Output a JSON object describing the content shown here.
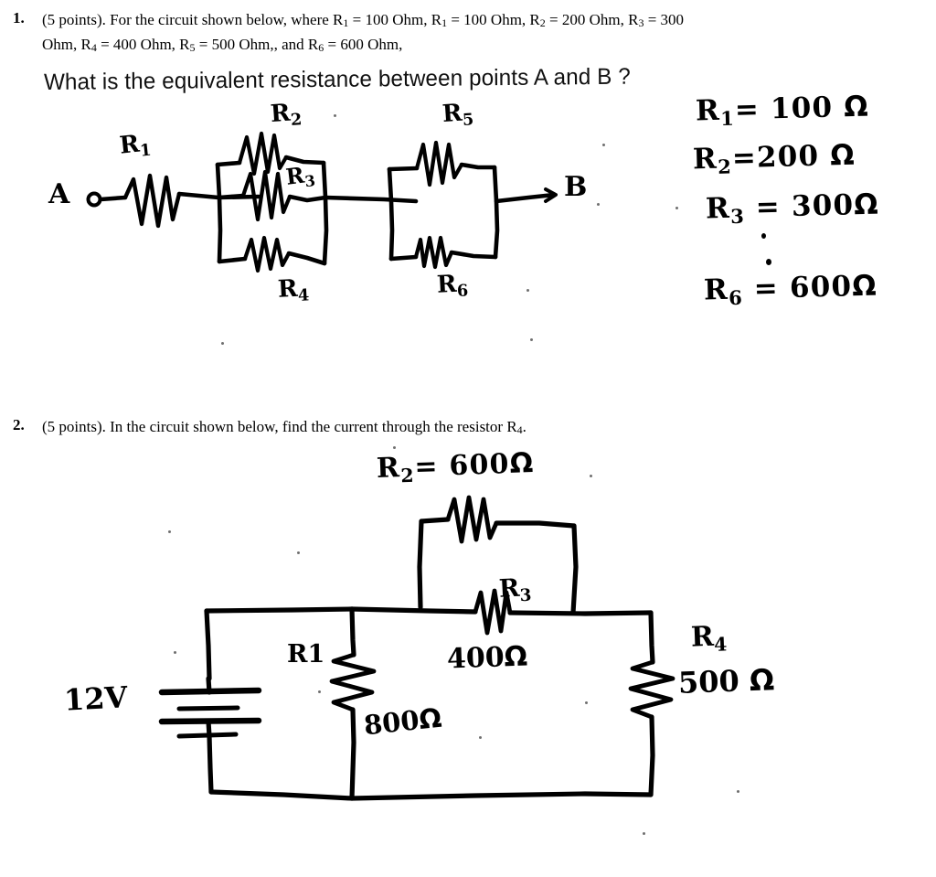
{
  "document": {
    "background_color": "#ffffff",
    "ink_color": "#000000"
  },
  "problem1": {
    "number": "1.",
    "points": "(5 points).",
    "line1": "For the circuit shown below, where R₁ = 100 Ohm,  R₁ = 100 Ohm, R₂ = 200 Ohm, R₃ = 300",
    "line2": "Ohm, R₄ = 400 Ohm, R₅ = 500 Ohm,, and R₆ = 600 Ohm,",
    "line1_parts": {
      "intro": "For the circuit shown below, where R",
      "s1": "1",
      "v1": " = 100 Ohm,  R",
      "s2": "1",
      "v2": " = 100 Ohm, R",
      "s3": "2",
      "v3": " = 200 Ohm, R",
      "s4": "3",
      "v4": " = 300"
    },
    "line2_parts": {
      "a": "Ohm, R",
      "s4": "4",
      "b": " = 400 Ohm, R",
      "s5": "5",
      "c": " = 500 Ohm,, and R",
      "s6": "6",
      "d": " = 600 Ohm,"
    },
    "question": "What is the equivalent resistance between points A and B ?",
    "circuit": {
      "terminal_left": "A",
      "terminal_right": "B",
      "resistor_labels": [
        "R₁",
        "R₂",
        "R₃",
        "R₄",
        "R₅",
        "R₆"
      ],
      "label_r1": "R",
      "sub_r1": "1",
      "label_r2": "R",
      "sub_r2": "2",
      "label_r3": "R",
      "sub_r3": "3",
      "label_r4": "R",
      "sub_r4": "4",
      "label_r5": "R",
      "sub_r5": "5",
      "label_r6": "R",
      "sub_r6": "6"
    },
    "handwritten_values": [
      {
        "name": "R",
        "sub": "1",
        "eq": "=",
        "value": "100",
        "unit": "Ω"
      },
      {
        "name": "R",
        "sub": "2",
        "eq": "=",
        "value": "200",
        "unit": "Ω"
      },
      {
        "name": "R",
        "sub": "3",
        "eq": "=",
        "value": "300",
        "unit": "Ω"
      },
      {
        "name": "R",
        "sub": "6",
        "eq": "=",
        "value": "600",
        "unit": "Ω"
      }
    ]
  },
  "problem2": {
    "number": "2.",
    "points": "(5 points).",
    "line1_parts": {
      "a": "In the circuit shown below, find the current through the resistor R",
      "s4": "4",
      "b": "."
    },
    "line1": "(5 points). In the circuit shown below, find the current through the resistor R₄.",
    "circuit": {
      "source_label": "12V",
      "r2_annotation": {
        "name": "R",
        "sub": "2",
        "eq": "=",
        "value": "600",
        "unit": "Ω"
      },
      "r1_label": "R1",
      "r1_value": "800",
      "r1_unit": "Ω",
      "r3_label": "R",
      "r3_sub": "3",
      "r3_value": "400",
      "r3_unit": "Ω",
      "r4_label": "R",
      "r4_sub": "4",
      "r4_value": "500",
      "r4_unit": "Ω"
    }
  }
}
